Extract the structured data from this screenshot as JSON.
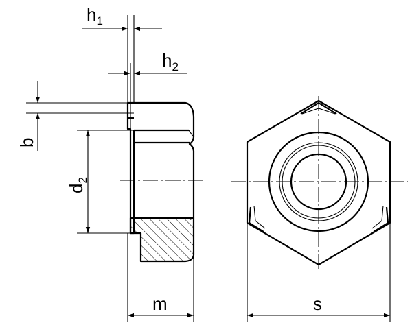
{
  "dimensions": {
    "h1": {
      "main": "h",
      "sub": "1"
    },
    "h2": {
      "main": "h",
      "sub": "2"
    },
    "b": {
      "main": "b"
    },
    "d2": {
      "main": "d",
      "sub": "2"
    },
    "m": {
      "main": "m"
    },
    "s": {
      "main": "s"
    }
  }
}
